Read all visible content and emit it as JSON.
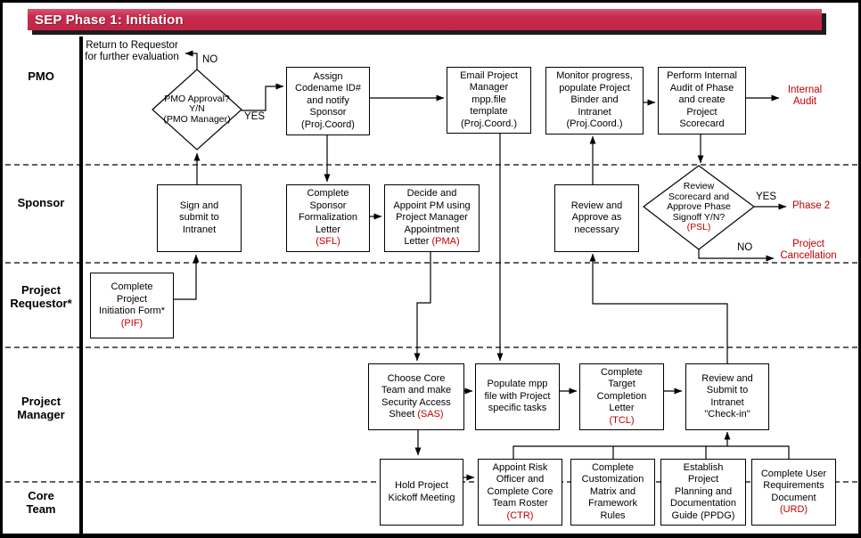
{
  "title": "SEP Phase 1: Initiation",
  "colors": {
    "accent_bar": "#c72b4d",
    "highlight_red": "#c00000"
  },
  "lanes": {
    "pmo": [
      "PMO"
    ],
    "sponsor": [
      "Sponsor"
    ],
    "requestor": [
      "Project",
      "Requestor*"
    ],
    "manager": [
      "Project",
      "Manager"
    ],
    "core": [
      "Core",
      "Team"
    ]
  },
  "nodes": {
    "pmo_approval": {
      "lines": [
        "PMO Approval?",
        "Y/N",
        "(PMO Manager)"
      ]
    },
    "assign": {
      "lines": [
        "Assign",
        "Codename ID#",
        "and notify",
        "Sponsor",
        "(Proj.Coord)"
      ]
    },
    "email": {
      "lines": [
        "Email Project",
        "Manager",
        "mpp.file",
        "template",
        "(Proj.Coord.)"
      ]
    },
    "monitor": {
      "lines": [
        "Monitor progress,",
        "populate Project",
        "Binder and",
        "Intranet",
        "(Proj.Coord.)"
      ]
    },
    "perform": {
      "lines": [
        "Perform Internal",
        "Audit of Phase",
        "and create",
        "Project",
        "Scorecard"
      ]
    },
    "sign": {
      "lines": [
        "Sign and",
        "submit to",
        "Intranet"
      ]
    },
    "sfl": {
      "lines": [
        "Complete",
        "Sponsor",
        "Formalization",
        "Letter"
      ],
      "code": "(SFL)"
    },
    "pma": {
      "lines": [
        "Decide and",
        "Appoint PM using",
        "Project Manager",
        "Appointment"
      ],
      "tail": "Letter ",
      "code": "(PMA)"
    },
    "review_approve": {
      "lines": [
        "Review and",
        "Approve as",
        "necessary"
      ]
    },
    "psl": {
      "lines": [
        "Review",
        "Scorecard and",
        "Approve Phase",
        "Signoff Y/N?"
      ],
      "code": "(PSL)"
    },
    "pif": {
      "lines": [
        "Complete",
        "Project",
        "Initiation Form*"
      ],
      "code": "(PIF)"
    },
    "choose": {
      "lines": [
        "Choose Core",
        "Team and make",
        "Security Access"
      ],
      "tail": "Sheet ",
      "code": "(SAS)"
    },
    "populate": {
      "lines": [
        "Populate mpp",
        "file with Project",
        "specific tasks"
      ]
    },
    "tcl": {
      "lines": [
        "Complete",
        "Target",
        "Completion",
        "Letter"
      ],
      "code": "(TCL)"
    },
    "review_submit": {
      "lines": [
        "Review and",
        "Submit to",
        "Intranet",
        "\"Check-in\""
      ]
    },
    "hold": {
      "lines": [
        "Hold Project",
        "Kickoff Meeting"
      ]
    },
    "ctr": {
      "lines": [
        "Appoint Risk",
        "Officer and",
        "Complete Core",
        "Team Roster"
      ],
      "code": "(CTR)"
    },
    "custom": {
      "lines": [
        "Complete",
        "Customization",
        "Matrix and",
        "Framework",
        "Rules"
      ]
    },
    "ppdg": {
      "lines": [
        "Establish",
        "Project",
        "Planning and",
        "Documentation",
        "Guide (PPDG)"
      ]
    },
    "urd": {
      "lines": [
        "Complete User",
        "Requirements",
        "Document"
      ],
      "code": "(URD)"
    }
  },
  "labels": {
    "return_note": [
      "Return to Requestor",
      "for  further evaluation"
    ],
    "no_approval": "NO",
    "yes_approval": "YES",
    "yes_signoff": "YES",
    "no_signoff": "NO",
    "internal_audit": [
      "Internal",
      "Audit"
    ],
    "phase2": "Phase 2",
    "cancellation": [
      "Project",
      "Cancellation"
    ]
  }
}
